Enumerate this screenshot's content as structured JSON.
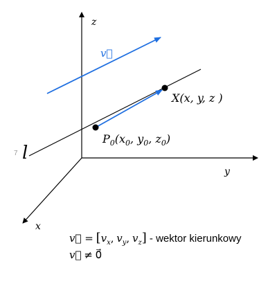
{
  "diagram": {
    "axis_labels": {
      "z": "z",
      "y": "y",
      "x": "x"
    },
    "line_label": "l",
    "line_label_mark": "7",
    "vector_label": "v⃗",
    "point_p0": {
      "label_prefix": "P",
      "label_sub": "0",
      "coords_open": "(",
      "x": "x",
      "x_sub": "0",
      "y": "y",
      "y_sub": "0",
      "z": "z",
      "z_sub": "0",
      "sep": ",",
      "coords_close": ")"
    },
    "point_x": {
      "label": "X(x, y, z )"
    },
    "formula_1": {
      "lhs": "v⃗",
      "eq": "=",
      "open": "[",
      "v": "v",
      "sub_x": "x",
      "sub_y": "y",
      "sub_z": "z",
      "sep": ",",
      "close": "]",
      "text": " - wektor kierunkowy"
    },
    "formula_2": {
      "lhs": "v⃗",
      "op": "≠",
      "rhs": "0⃗"
    },
    "colors": {
      "axes": "#000000",
      "vector": "#1f6fe0",
      "line": "#000000"
    }
  }
}
